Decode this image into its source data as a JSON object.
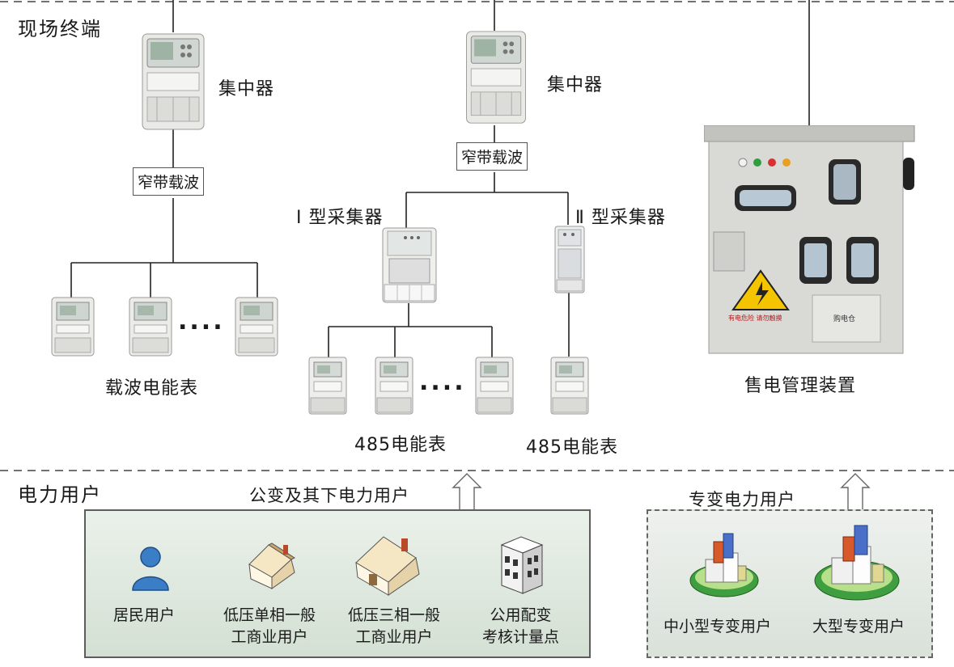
{
  "sections": {
    "field_terminal": "现场终端",
    "power_users": "电力用户"
  },
  "devices": {
    "concentrator_1": "集中器",
    "concentrator_2": "集中器",
    "carrier_1": "窄带载波",
    "carrier_2": "窄带载波",
    "collector_type1": "Ⅰ 型采集器",
    "collector_type2": "Ⅱ 型采集器",
    "carrier_meter": "载波电能表",
    "meter_485_1": "485电能表",
    "meter_485_2": "485电能表",
    "sales_device": "售电管理装置",
    "ellipsis_1": "....",
    "ellipsis_2": "....",
    "cabinet_warning": "有电危险 请勿触摸",
    "cabinet_compartment": "购电仓"
  },
  "user_groups": {
    "public_title": "公变及其下电力用户",
    "dedicated_title": "专变电力用户",
    "public_users": [
      {
        "line1": "居民用户",
        "line2": "",
        "icon": "person-icon"
      },
      {
        "line1": "低压单相一般",
        "line2": "工商业用户",
        "icon": "small-house-icon"
      },
      {
        "line1": "低压三相一般",
        "line2": "工商业用户",
        "icon": "large-house-icon"
      },
      {
        "line1": "公用配变",
        "line2": "考核计量点",
        "icon": "building-icon"
      }
    ],
    "dedicated_users": [
      {
        "line1": "中小型专变用户",
        "icon": "factory-small-icon"
      },
      {
        "line1": "大型专变用户",
        "icon": "factory-large-icon"
      }
    ]
  },
  "colors": {
    "panel_bg": "#dfe8df",
    "line": "#333333",
    "cabinet": "#d8d8d4",
    "warning_yellow": "#f5c400"
  }
}
